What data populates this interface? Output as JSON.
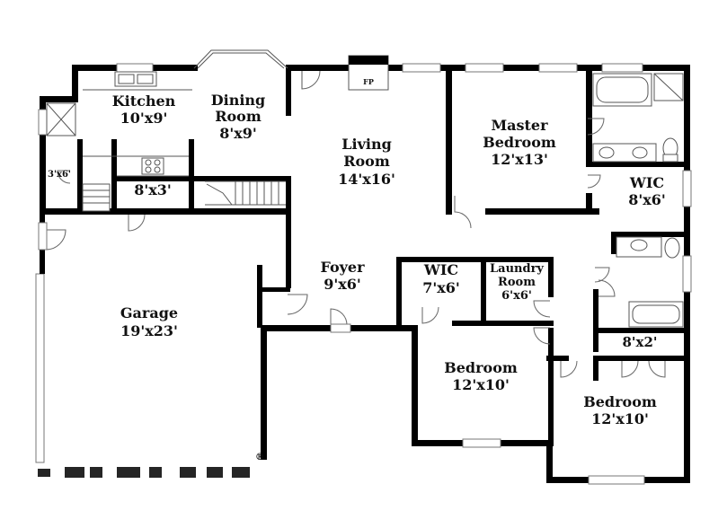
{
  "rooms": {
    "kitchen": {
      "name": "Kitchen",
      "dim": "10'x9'"
    },
    "dining": {
      "name1": "Dining",
      "name2": "Room",
      "dim": "8'x9'"
    },
    "living": {
      "name1": "Living",
      "name2": "Room",
      "dim": "14'x16'"
    },
    "master": {
      "name1": "Master",
      "name2": "Bedroom",
      "dim": "12'x13'"
    },
    "master_wic": {
      "name": "WIC",
      "dim": "8'x6'"
    },
    "foyer": {
      "name": "Foyer",
      "dim": "9'x6'"
    },
    "wic": {
      "name": "WIC",
      "dim": "7'x6'"
    },
    "laundry": {
      "name1": "Laundry",
      "name2": "Room",
      "dim": "6'x6'"
    },
    "garage": {
      "name": "Garage",
      "dim": "19'x23'"
    },
    "bedroom1": {
      "name": "Bedroom",
      "dim": "12'x10'"
    },
    "bedroom2": {
      "name": "Bedroom",
      "dim": "12'x10'"
    },
    "pantry": {
      "dim": "8'x3'"
    },
    "closet_small": {
      "dim": "3'x6'"
    },
    "closet_hall": {
      "dim": "8'x2'"
    }
  },
  "fireplace_label": "FP",
  "registered_mark": "®"
}
